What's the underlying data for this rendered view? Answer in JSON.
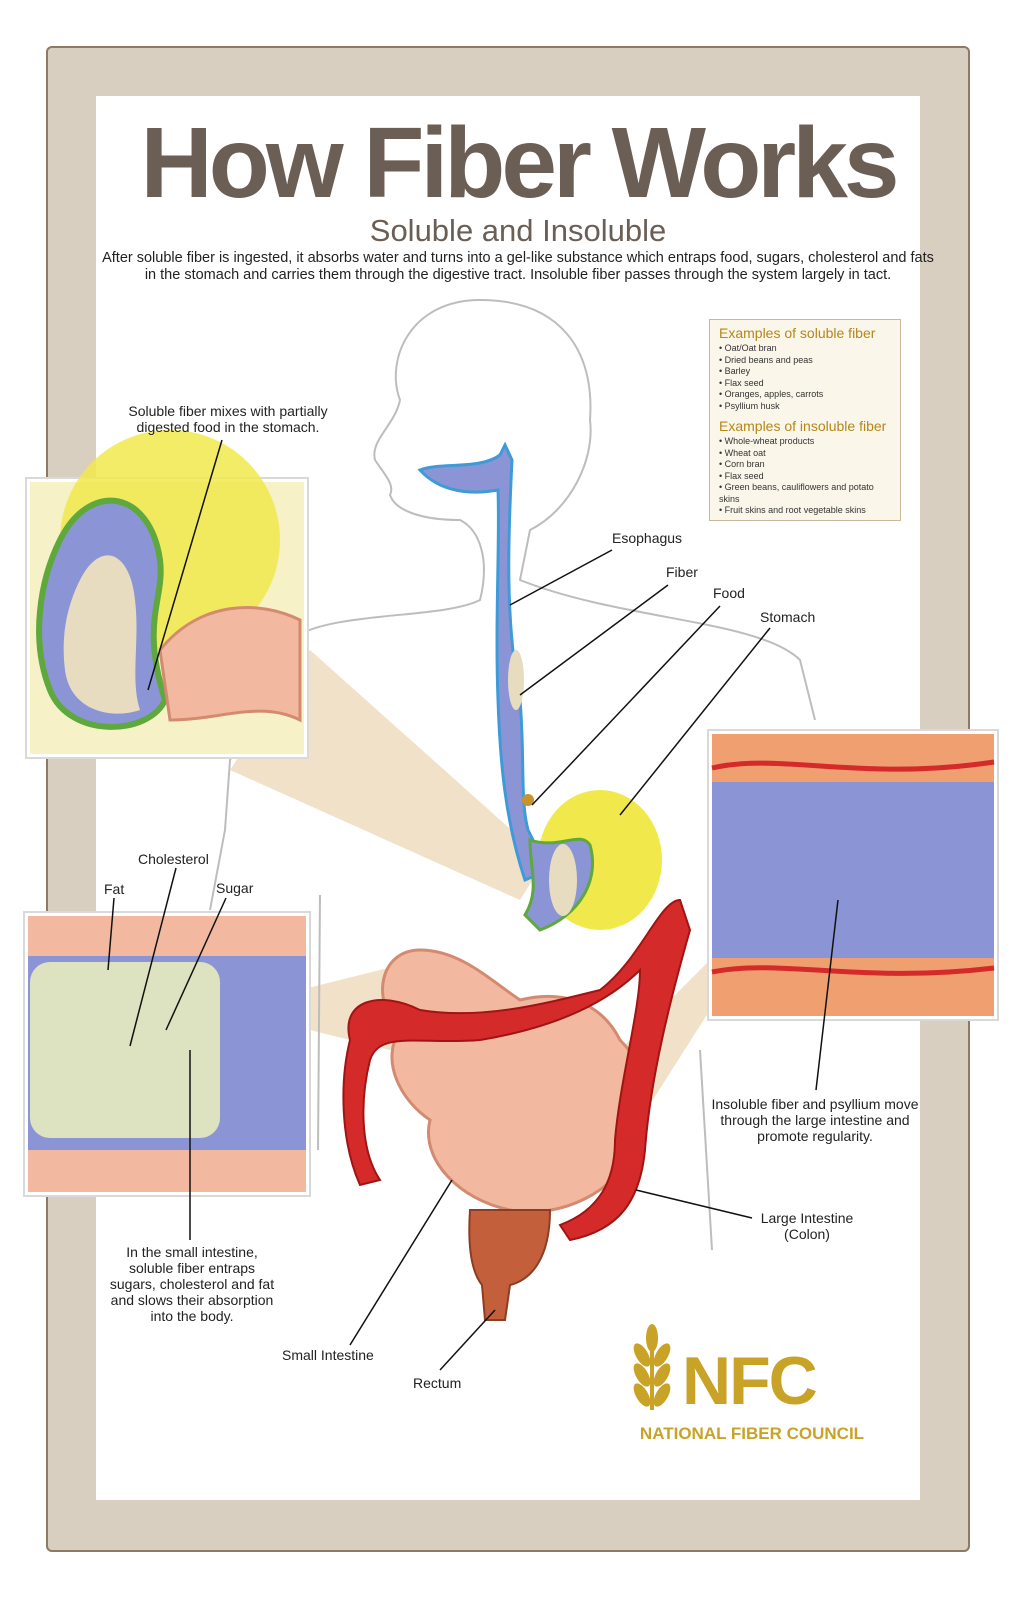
{
  "header": {
    "title": "How Fiber Works",
    "subtitle": "Soluble and Insoluble",
    "intro": "After soluble fiber is ingested, it absorbs water and turns into a gel-like substance which entraps food, sugars, cholesterol and fats in the stomach and carries them through the digestive tract.  Insoluble fiber passes through the system largely in tact."
  },
  "examples": {
    "soluble_heading": "Examples of soluble fiber",
    "soluble": [
      "Oat/Oat bran",
      "Dried beans and peas",
      "Barley",
      "Flax seed",
      "Oranges, apples, carrots",
      "Psyllium husk"
    ],
    "insoluble_heading": "Examples of insoluble fiber",
    "insoluble": [
      "Whole-wheat products",
      "Wheat oat",
      "Corn bran",
      "Flax seed",
      "Green beans, cauliflowers and potato skins",
      "Fruit skins and root vegetable skins"
    ]
  },
  "labels": {
    "stomach_callout": "Soluble fiber mixes with partially digested food in the stomach.",
    "esophagus": "Esophagus",
    "fiber": "Fiber",
    "food": "Food",
    "stomach": "Stomach",
    "cholesterol": "Cholesterol",
    "fat": "Fat",
    "sugar": "Sugar",
    "small_intestine_callout": "In the small intestine, soluble fiber entraps sugars, cholesterol and fat and slows their absorption into the body.",
    "large_intestine_callout": "Insoluble fiber and psyllium move through the large intestine and promote regularity.",
    "large_intestine": "Large Intestine (Colon)",
    "small_intestine": "Small Intestine",
    "rectum": "Rectum"
  },
  "logo": {
    "mark": "NFC",
    "name": "NATIONAL FIBER COUNCIL"
  },
  "colors": {
    "title": "#6b5e55",
    "gold": "#c9a327",
    "colon": "#d42a2a",
    "intestine": "#f2b9a0",
    "gel": "#8b95d6",
    "stomach_outer": "#f1e94b"
  }
}
